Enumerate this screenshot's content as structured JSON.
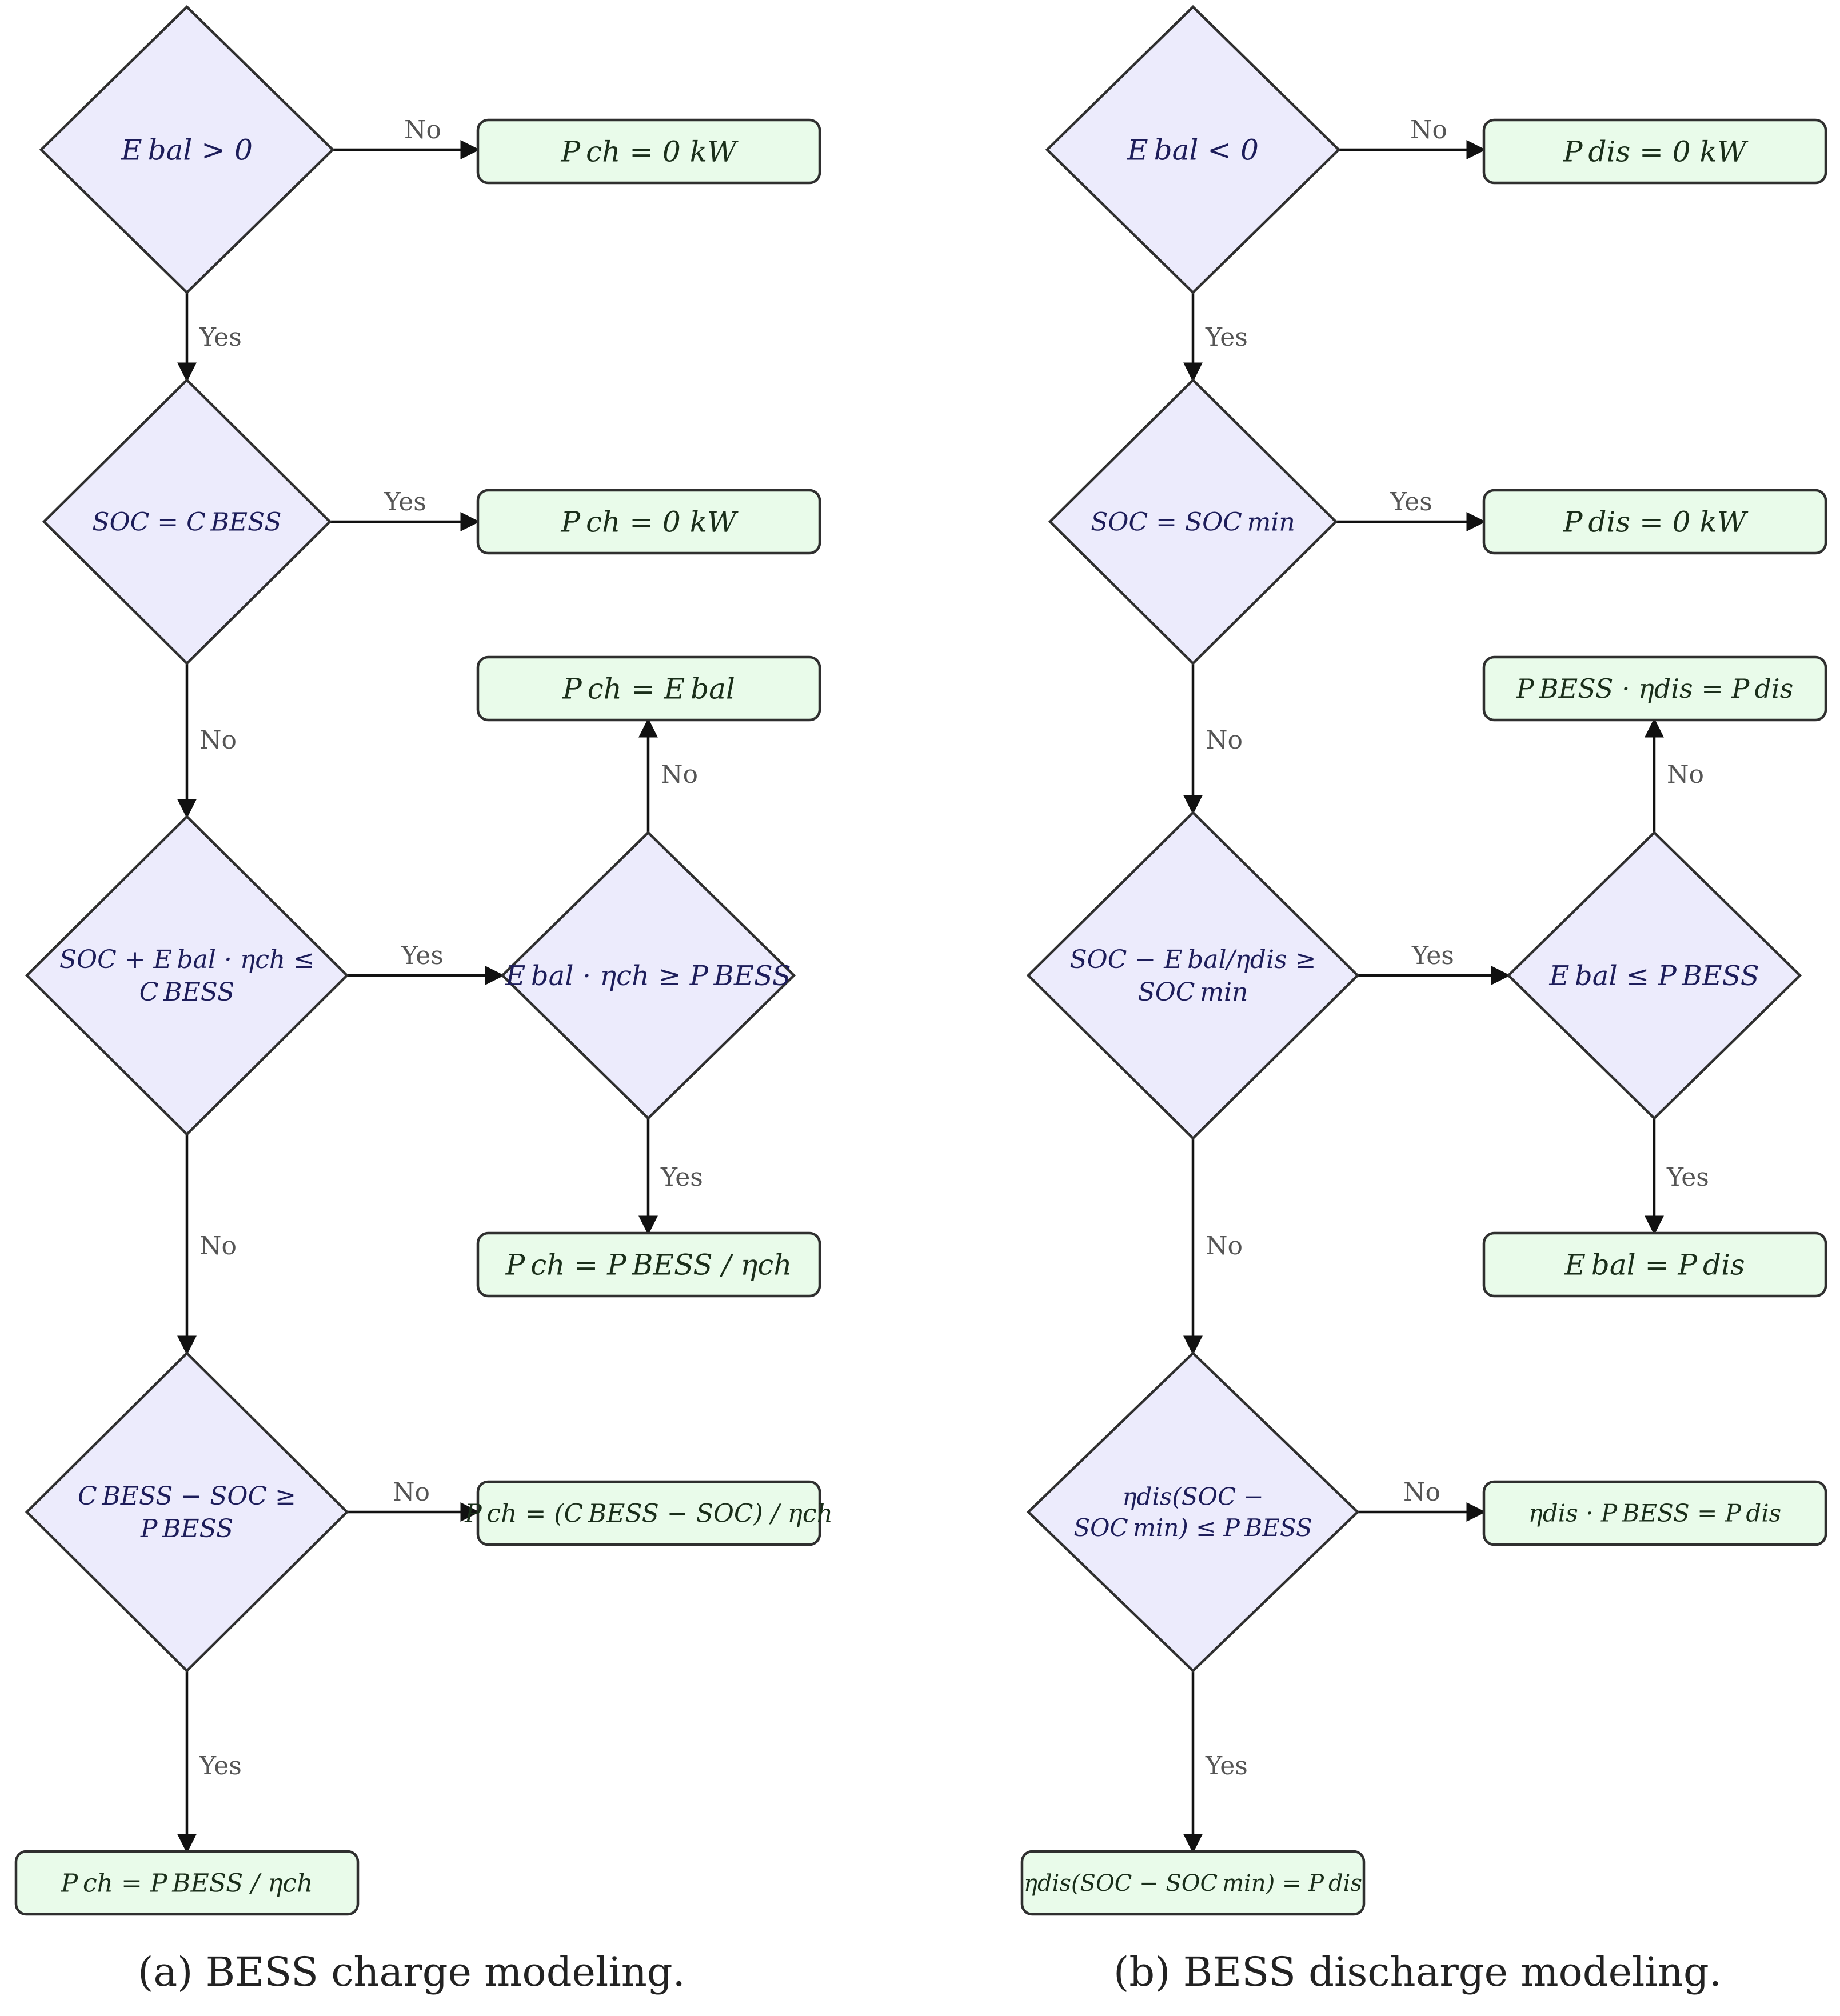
{
  "panels": [
    {
      "caption": "(a) BESS charge modeling.",
      "decisions": [
        {
          "id": "a_d1",
          "lines": [
            "E bal > 0"
          ]
        },
        {
          "id": "a_d2",
          "lines": [
            "SOC = C BESS"
          ]
        },
        {
          "id": "a_d3",
          "lines": [
            "SOC + E bal · ηch ≤",
            "C BESS"
          ]
        },
        {
          "id": "a_d4",
          "lines": [
            "E bal · ηch ≥ P BESS"
          ]
        },
        {
          "id": "a_d5",
          "lines": [
            "C BESS − SOC ≥",
            "P BESS"
          ]
        }
      ],
      "boxes": [
        {
          "id": "a_b1",
          "text": "P ch  =  0 kW"
        },
        {
          "id": "a_b2",
          "text": "P ch  =  0 kW"
        },
        {
          "id": "a_b3",
          "text": "P ch  =  E bal"
        },
        {
          "id": "a_b4",
          "text": "P ch  =  P BESS / ηch"
        },
        {
          "id": "a_b5",
          "text": "P ch  =  (C BESS − SOC) / ηch"
        },
        {
          "id": "a_b6",
          "text": "P ch  =  P BESS / ηch"
        }
      ],
      "edge_labels": {
        "e1": "No",
        "e2": "Yes",
        "e3": "Yes",
        "e4": "No",
        "e5": "Yes",
        "e6": "No",
        "e7": "No",
        "e8": "Yes",
        "e9": "No",
        "e10": "Yes"
      }
    },
    {
      "caption": "(b) BESS discharge modeling.",
      "decisions": [
        {
          "id": "b_d1",
          "lines": [
            "E bal < 0"
          ]
        },
        {
          "id": "b_d2",
          "lines": [
            "SOC = SOC min"
          ]
        },
        {
          "id": "b_d3",
          "lines": [
            "SOC − E bal/ηdis ≥",
            "SOC min"
          ]
        },
        {
          "id": "b_d4",
          "lines": [
            "E bal ≤ P BESS"
          ]
        },
        {
          "id": "b_d5",
          "lines": [
            "ηdis(SOC −",
            "SOC min) ≤ P BESS"
          ]
        }
      ],
      "boxes": [
        {
          "id": "b_b1",
          "text": "P dis  =  0 kW"
        },
        {
          "id": "b_b2",
          "text": "P dis  =  0 kW"
        },
        {
          "id": "b_b3",
          "text": "P BESS · ηdis  =  P dis"
        },
        {
          "id": "b_b4",
          "text": "E bal  =  P dis"
        },
        {
          "id": "b_b5",
          "text": "ηdis · P BESS  =  P dis"
        },
        {
          "id": "b_b6",
          "text": "ηdis(SOC − SOC min) = P dis"
        }
      ],
      "edge_labels": {
        "e1": "No",
        "e2": "Yes",
        "e3": "Yes",
        "e4": "No",
        "e5": "Yes",
        "e6": "No",
        "e7": "No",
        "e8": "Yes",
        "e9": "No",
        "e10": "Yes"
      }
    }
  ]
}
